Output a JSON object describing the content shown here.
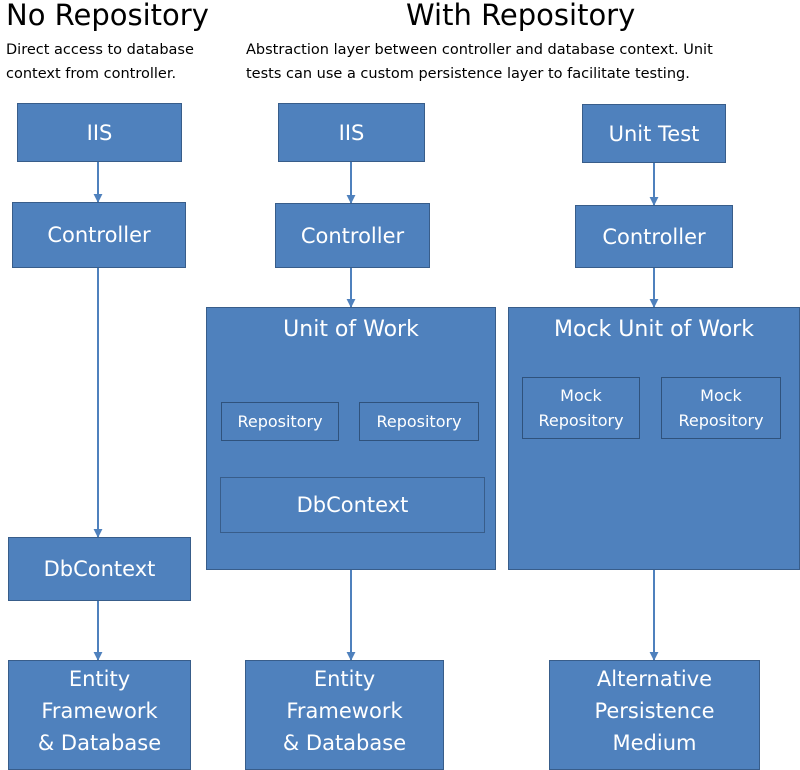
{
  "left": {
    "title": "No Repository",
    "desc_line1": "Direct access to database",
    "desc_line2": "context from controller.",
    "iis": "IIS",
    "controller": "Controller",
    "dbcontext": "DbContext",
    "storage": "Entity\nFramework\n& Database"
  },
  "middle": {
    "title": "With Repository",
    "desc_line1": "Abstraction layer between controller and database context. Unit",
    "desc_line2": "tests can use a custom persistence layer to facilitate testing.",
    "iis": "IIS",
    "controller": "Controller",
    "unit_of_work": "Unit of Work",
    "repository_1": "Repository",
    "repository_2": "Repository",
    "dbcontext": "DbContext",
    "storage": "Entity\nFramework\n& Database"
  },
  "right": {
    "unit_test": "Unit Test",
    "controller": "Controller",
    "mock_unit_of_work": "Mock Unit of Work",
    "mock_repository_1": "Mock\nRepository",
    "mock_repository_2": "Mock\nRepository",
    "storage": "Alternative\nPersistence\nMedium"
  },
  "colors": {
    "box_fill": "#4f81bd",
    "box_border": "#385d8a",
    "arrow": "#4f81bd",
    "text": "#ffffff"
  }
}
